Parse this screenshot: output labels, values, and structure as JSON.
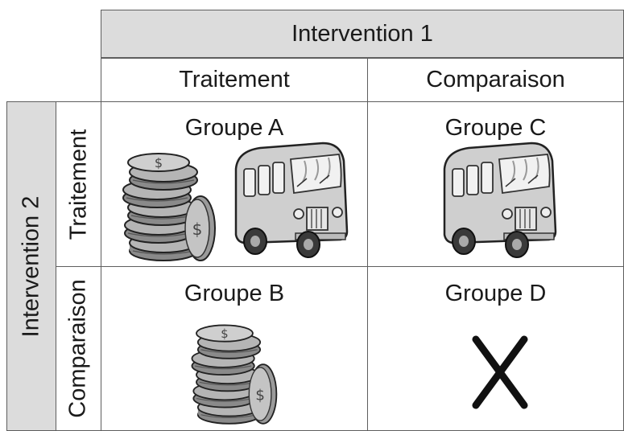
{
  "col_header": {
    "title": "Intervention 1",
    "col1": "Traitement",
    "col2": "Comparaison"
  },
  "row_header": {
    "title": "Intervention 2",
    "row1": "Traitement",
    "row2": "Comparaison"
  },
  "cells": {
    "a": {
      "label": "Groupe A",
      "icons": [
        "coins-icon",
        "bus-icon"
      ]
    },
    "b": {
      "label": "Groupe B",
      "icons": [
        "coins-icon"
      ]
    },
    "c": {
      "label": "Groupe C",
      "icons": [
        "bus-icon"
      ]
    },
    "d": {
      "label": "Groupe D",
      "icons": [
        "x-icon"
      ]
    }
  },
  "colors": {
    "header_fill": "#dcdcdc",
    "border": "#5e5e5e",
    "text": "#1a1a1a"
  }
}
